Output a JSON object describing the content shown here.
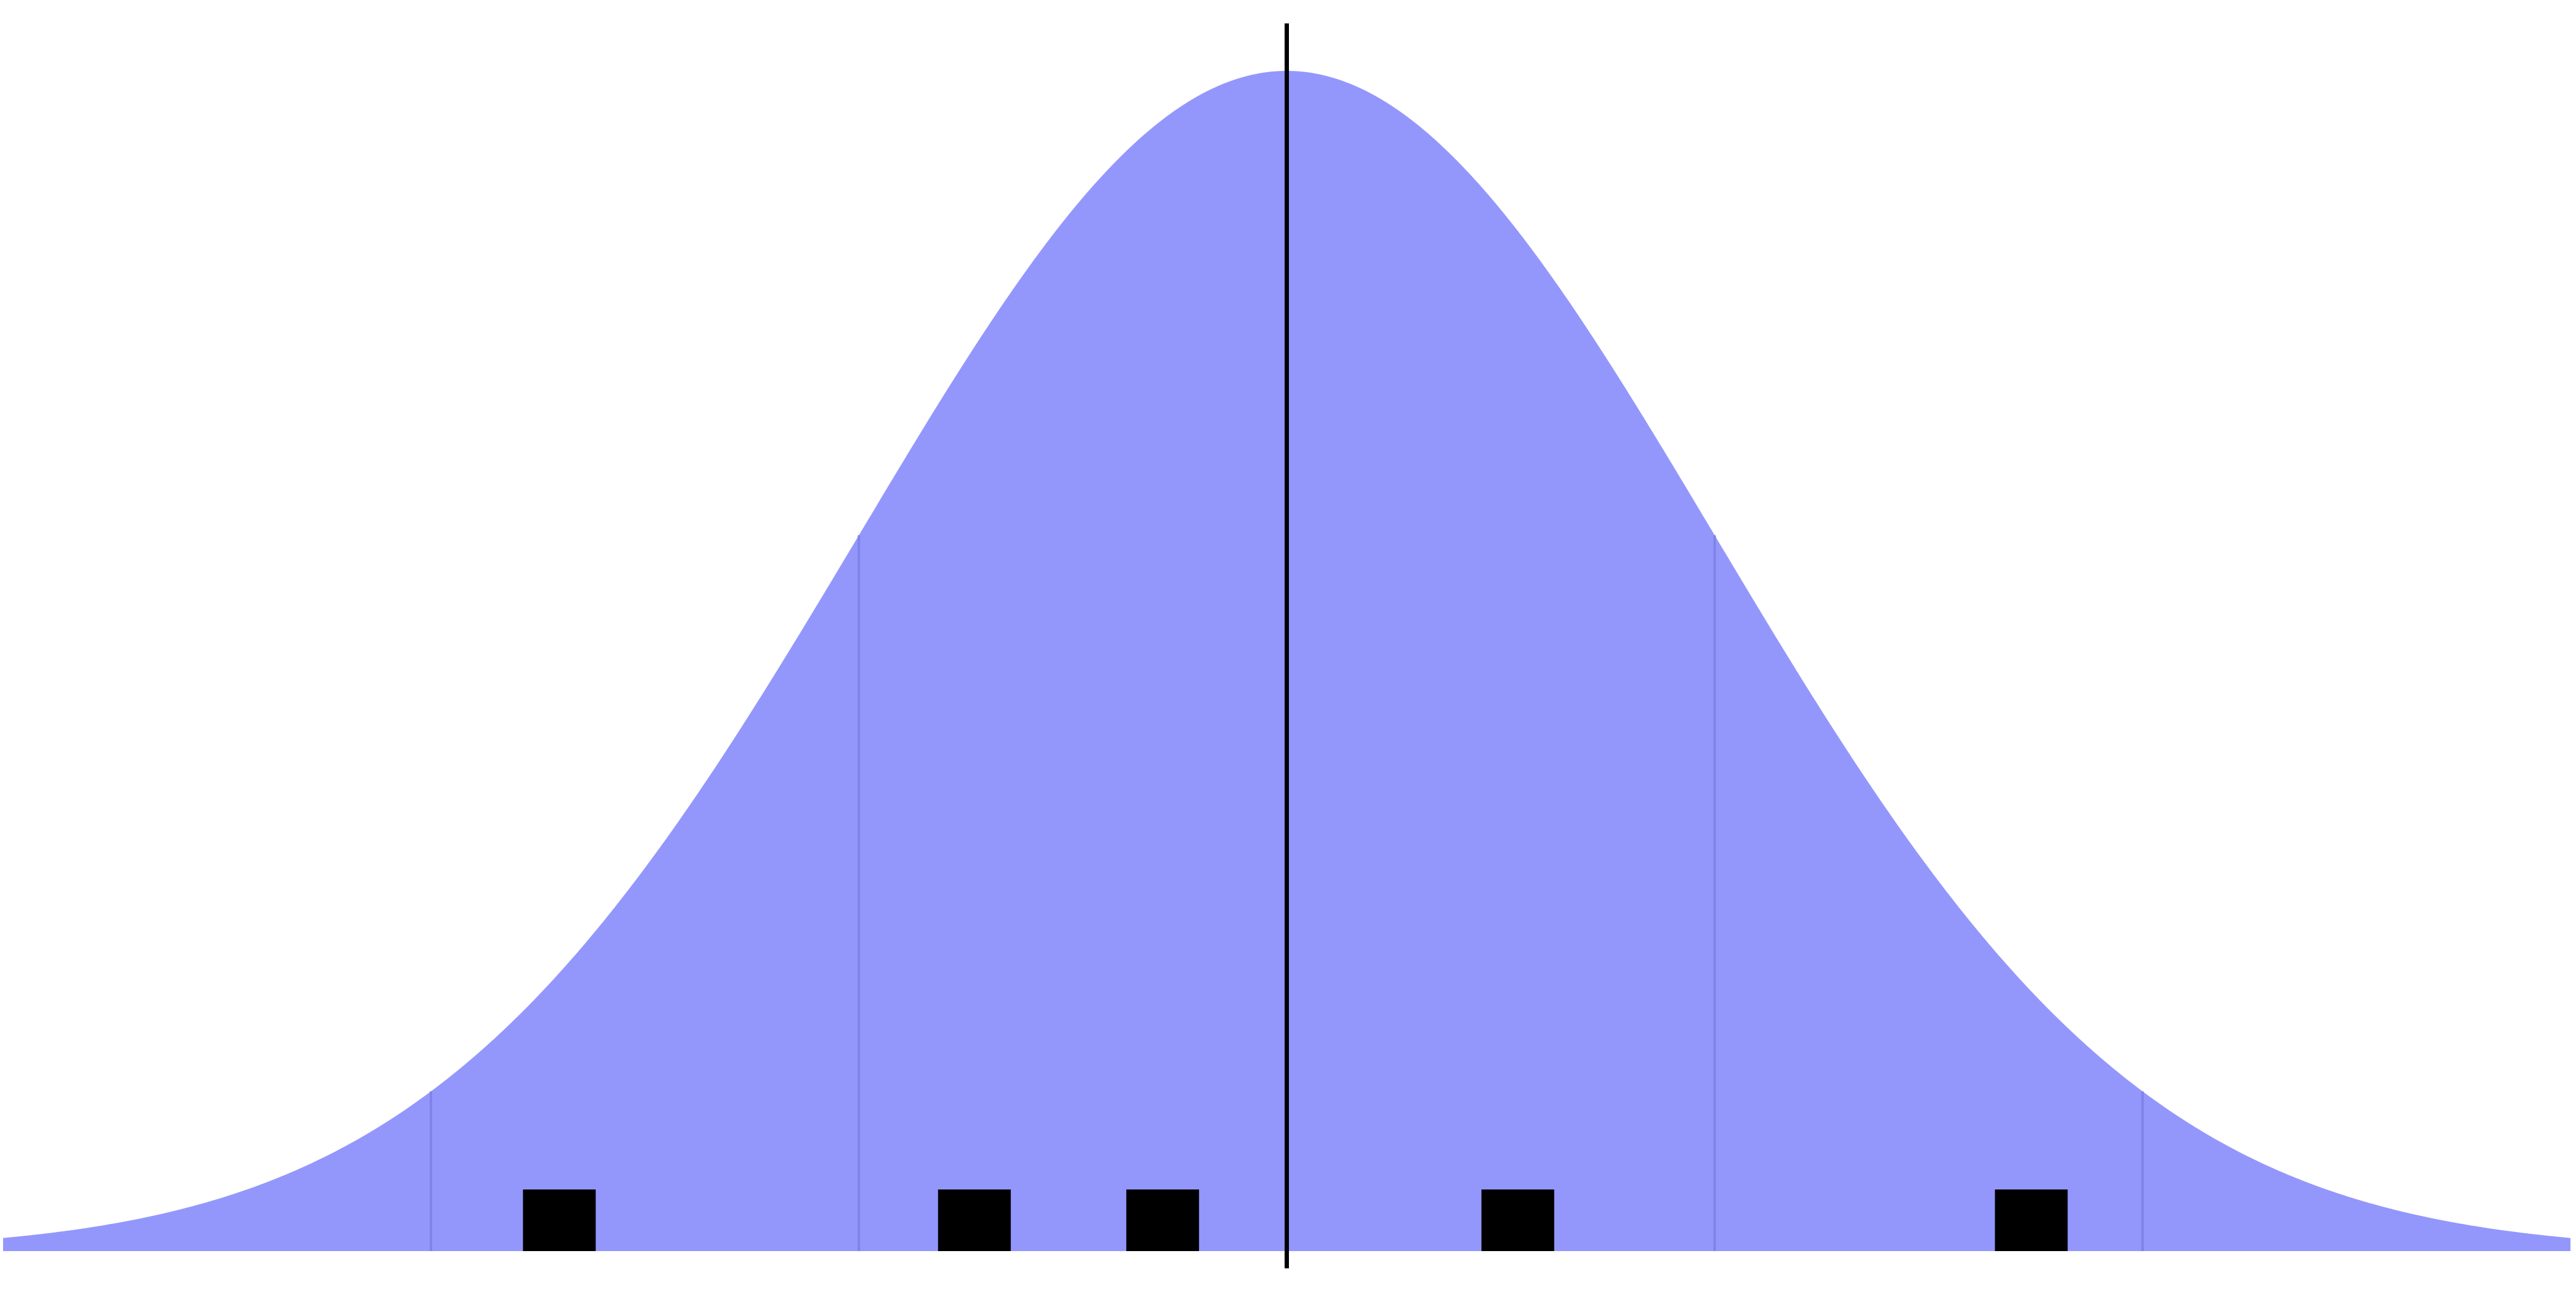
{
  "chart_data": {
    "type": "area",
    "title": "",
    "xlabel": "",
    "ylabel": "",
    "distribution": "normal",
    "mean": 0,
    "sd": 1,
    "xlim": [
      -3,
      3
    ],
    "sd_boundaries": [
      -2,
      -1,
      1,
      2
    ],
    "points": [
      -1.7,
      -0.73,
      -0.29,
      0.54,
      1.74
    ],
    "colors": {
      "curve_fill": "#9397fc",
      "sd_line": "#7f83e8",
      "marker": "#000000",
      "mean_line": "#000000"
    }
  }
}
